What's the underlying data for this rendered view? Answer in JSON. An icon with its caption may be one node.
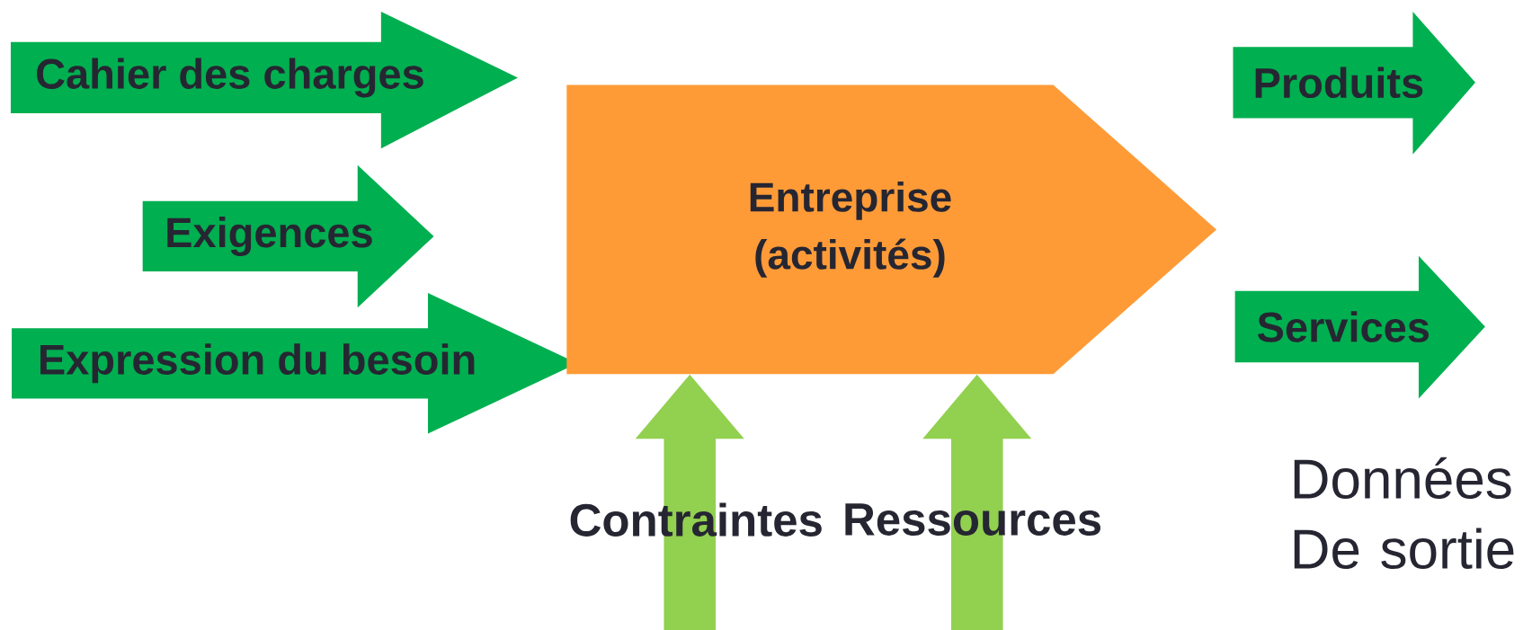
{
  "diagram": {
    "nodes": [
      {
        "text": [
          "Cahier des charges"
        ]
      },
      {
        "text": [
          "Exigences"
        ]
      },
      {
        "text": [
          "Expression du besoin"
        ]
      },
      {
        "text": [
          "Entreprise (activités)"
        ]
      },
      {
        "text": [
          "Produits"
        ]
      },
      {
        "text": [
          "Services"
        ]
      }
    ],
    "edges": [
      {
        "from": null,
        "to": 3,
        "arrow": "to",
        "label": "Contraintes"
      },
      {
        "from": null,
        "to": 3,
        "arrow": "to",
        "label": "Ressources"
      }
    ],
    "labels": [
      "Données De sortie"
    ]
  }
}
